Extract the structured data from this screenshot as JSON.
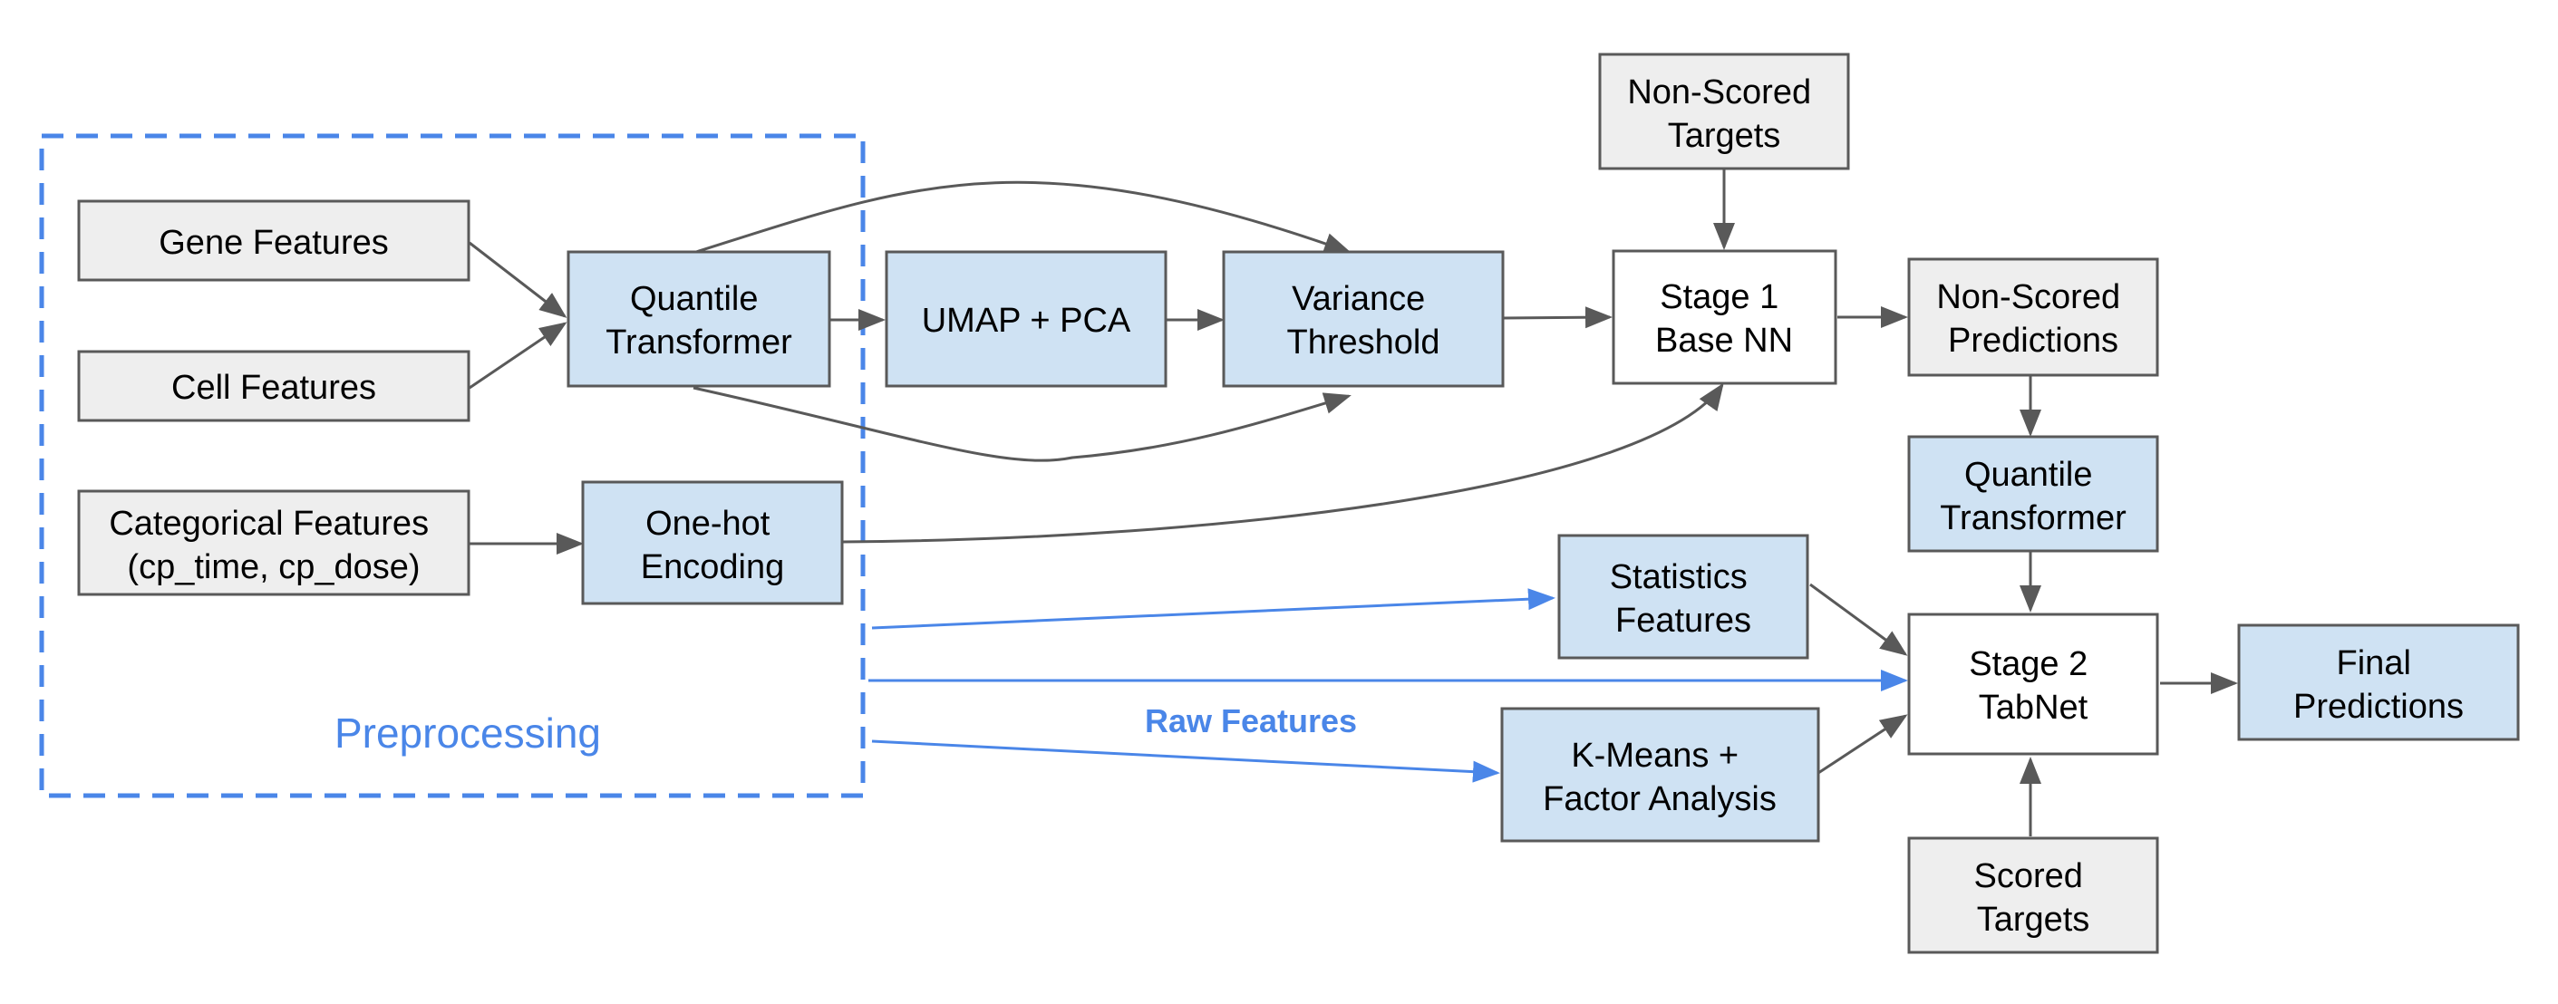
{
  "colors": {
    "gray_fill": "#eeeeee",
    "blue_fill": "#cfe2f3",
    "white_fill": "#ffffff",
    "stroke": "#595959",
    "accent_blue": "#4a86e8"
  },
  "group": {
    "label": "Preprocessing"
  },
  "edge_labels": {
    "raw_features": "Raw Features"
  },
  "nodes": {
    "gene_features": [
      "Gene Features"
    ],
    "cell_features": [
      "Cell Features"
    ],
    "categorical_features": [
      "Categorical Features",
      "(cp_time, cp_dose)"
    ],
    "quantile_transformer_1": [
      "Quantile",
      "Transformer"
    ],
    "one_hot_encoding": [
      "One-hot",
      "Encoding"
    ],
    "umap_pca": [
      "UMAP + PCA"
    ],
    "variance_threshold": [
      "Variance",
      "Threshold"
    ],
    "non_scored_targets": [
      "Non-Scored",
      "Targets"
    ],
    "stage1_base_nn": [
      "Stage 1",
      "Base NN"
    ],
    "non_scored_predictions": [
      "Non-Scored",
      "Predictions"
    ],
    "quantile_transformer_2": [
      "Quantile",
      "Transformer"
    ],
    "statistics_features": [
      "Statistics",
      "Features"
    ],
    "kmeans_factor": [
      "K-Means +",
      "Factor Analysis"
    ],
    "stage2_tabnet": [
      "Stage 2",
      "TabNet"
    ],
    "final_predictions": [
      "Final",
      "Predictions"
    ],
    "scored_targets": [
      "Scored",
      "Targets"
    ]
  }
}
